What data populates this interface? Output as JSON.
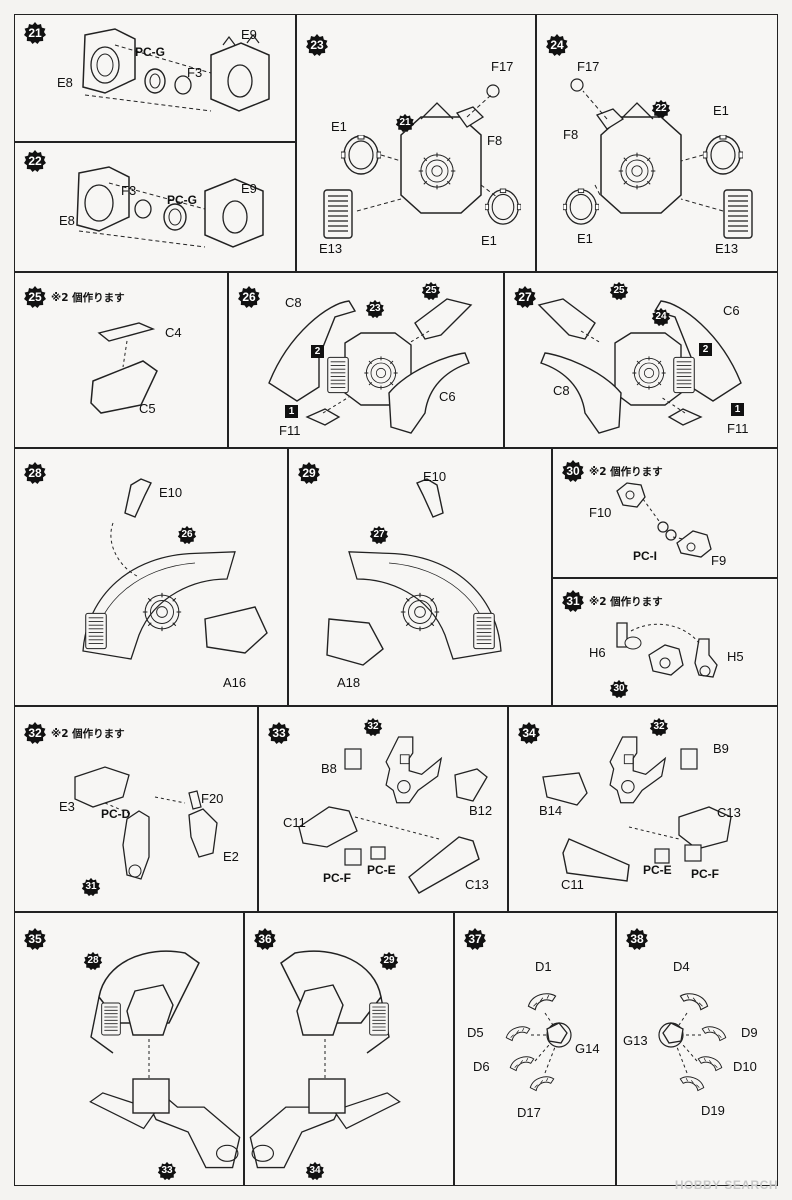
{
  "note_make_two": "※2 個作ります",
  "colors": {
    "line": "#222222",
    "badge": "#111111",
    "paper": "#f7f6f4"
  },
  "steps": [
    {
      "num": "21",
      "labels": [
        "PC-G",
        "F3",
        "E9",
        "E8"
      ]
    },
    {
      "num": "22",
      "labels": [
        "F3",
        "PC-G",
        "E9",
        "E8"
      ]
    },
    {
      "num": "23",
      "labels": [
        "F17",
        "F8",
        "E1",
        "E13",
        "E1"
      ],
      "refs": [
        "21"
      ]
    },
    {
      "num": "24",
      "labels": [
        "F17",
        "F8",
        "E1",
        "E1",
        "E13"
      ],
      "refs": [
        "22"
      ]
    },
    {
      "num": "25",
      "labels": [
        "C4",
        "C5"
      ]
    },
    {
      "num": "26",
      "labels": [
        "C8",
        "C6",
        "F11"
      ],
      "refs": [
        "23",
        "25"
      ],
      "badges": [
        "2",
        "1"
      ]
    },
    {
      "num": "27",
      "labels": [
        "C6",
        "C8",
        "F11"
      ],
      "refs": [
        "25",
        "24"
      ],
      "badges": [
        "2",
        "1"
      ]
    },
    {
      "num": "28",
      "labels": [
        "E10",
        "A16"
      ],
      "refs": [
        "26"
      ]
    },
    {
      "num": "29",
      "labels": [
        "E10",
        "A18"
      ],
      "refs": [
        "27"
      ]
    },
    {
      "num": "30",
      "labels": [
        "F10",
        "PC-I",
        "F9"
      ]
    },
    {
      "num": "31",
      "labels": [
        "H6",
        "H5"
      ],
      "refs": [
        "30"
      ]
    },
    {
      "num": "32",
      "labels": [
        "F20",
        "E3",
        "PC-D",
        "E2"
      ],
      "refs": [
        "31"
      ]
    },
    {
      "num": "33",
      "labels": [
        "B8",
        "B12",
        "C11",
        "PC-F",
        "PC-E",
        "C13"
      ],
      "refs": [
        "32"
      ]
    },
    {
      "num": "34",
      "labels": [
        "B9",
        "B14",
        "C13",
        "PC-E",
        "PC-F",
        "C11"
      ],
      "refs": [
        "32"
      ]
    },
    {
      "num": "35",
      "refs": [
        "28",
        "33"
      ]
    },
    {
      "num": "36",
      "refs": [
        "29",
        "34"
      ]
    },
    {
      "num": "37",
      "labels": [
        "D1",
        "D5",
        "G14",
        "D6",
        "D17"
      ]
    },
    {
      "num": "38",
      "labels": [
        "D4",
        "G13",
        "D9",
        "D10",
        "D19"
      ]
    }
  ],
  "watermark": {
    "brand": "HOBBY SEARCH"
  }
}
